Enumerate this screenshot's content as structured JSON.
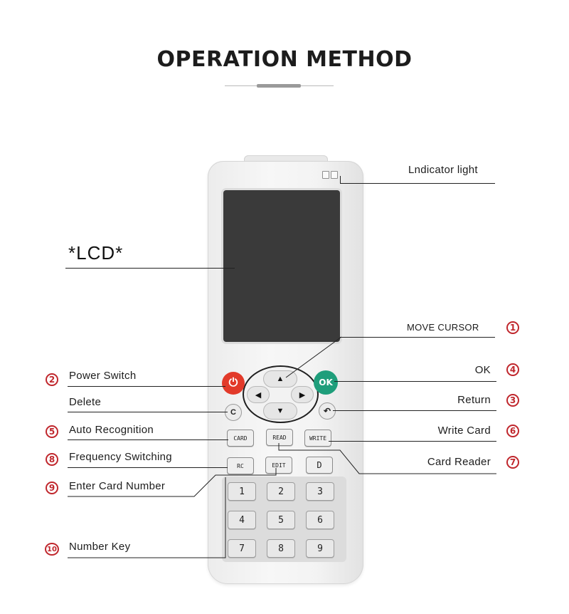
{
  "title": "OPERATION METHOD",
  "lcd_label": "*LCD*",
  "device": {
    "keys": {
      "power_symbol": "⏻",
      "ok": "OK",
      "c": "C",
      "return_symbol": "↶",
      "up": "▲",
      "down": "▼",
      "left": "◀",
      "right": "▶",
      "card": "CARD",
      "read": "READ",
      "write": "WRITE",
      "rc": "RC",
      "edit": "EDIT",
      "d": "D",
      "numbers": [
        "1",
        "2",
        "3",
        "4",
        "5",
        "6",
        "7",
        "8",
        "9"
      ]
    },
    "colors": {
      "power": "#e23a2a",
      "ok": "#1f9e7b",
      "badge": "#c0272d"
    }
  },
  "callouts": {
    "indicator": {
      "label": "Lndicator light"
    },
    "move_cursor": {
      "label": "MOVE CURSOR",
      "number": "1"
    },
    "power_switch": {
      "label": "Power Switch",
      "number": "2"
    },
    "ok": {
      "label": "OK",
      "number": "4"
    },
    "delete": {
      "label": "Delete"
    },
    "return": {
      "label": "Return",
      "number": "3"
    },
    "auto_recognition": {
      "label": "Auto Recognition",
      "number": "5"
    },
    "write_card": {
      "label": "Write Card",
      "number": "6"
    },
    "frequency_switching": {
      "label": "Frequency Switching",
      "number": "8"
    },
    "card_reader": {
      "label": "Card Reader",
      "number": "7"
    },
    "enter_card_number": {
      "label": "Enter Card Number",
      "number": "9"
    },
    "number_key": {
      "label": "Number Key",
      "number": "10"
    }
  }
}
